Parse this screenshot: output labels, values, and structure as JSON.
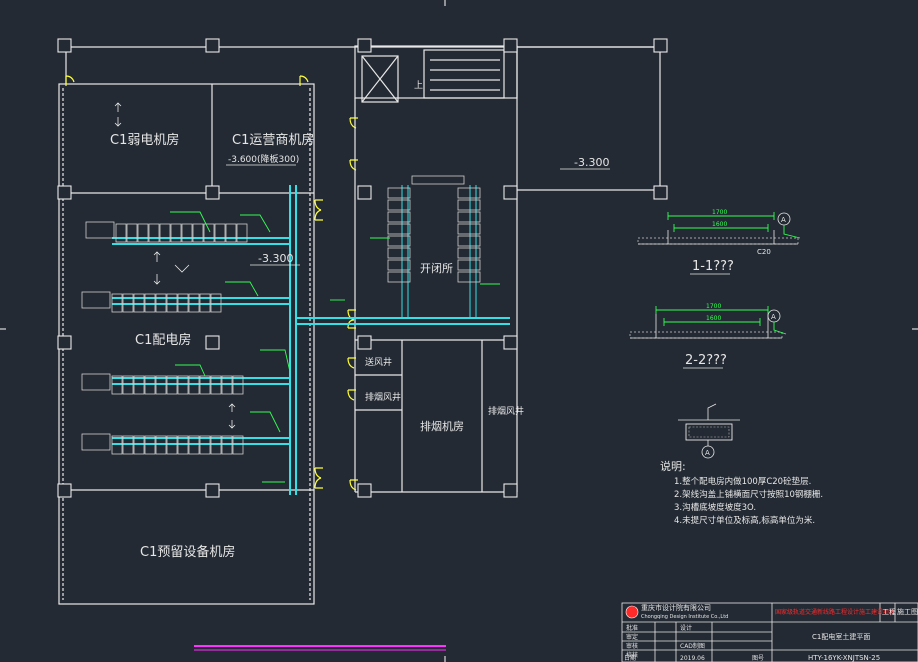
{
  "rooms": {
    "c1_weak": "C1弱电机房",
    "c1_operator": "C1运营商机房",
    "c1_operator_elev": "-3.600(降板300)",
    "c1_power": "C1配电房",
    "c1_reserved": "C1预留设备机房",
    "switch_room": "开闭所",
    "exhaust": "排烟机房",
    "small_room_1": "送风井",
    "small_room_2": "排烟风井",
    "shaft": "排烟风井"
  },
  "elevations": {
    "e1": "-3.300",
    "e2": "-3.300"
  },
  "section_1": {
    "title": "1-1???",
    "dim_total": "1700",
    "dim_inner": "1600",
    "slab_label": "C20",
    "axis": "A"
  },
  "section_2": {
    "title": "2-2???",
    "dim_total": "1700",
    "dim_inner": "1600",
    "axis": "A"
  },
  "detail": {
    "axis": "A"
  },
  "notes": {
    "heading": "说明:",
    "items": [
      "1.整个配电房内做100厚C20砼垫层.",
      "2.架线沟盖上铺横面尺寸按照10钢棚栅.",
      "3.沟槽底坡度坡度3O.",
      "4.未提尺寸单位及标高,标高单位为米."
    ]
  },
  "title_block": {
    "company": "重庆市设计院有限公司",
    "company_en": "Chongqing Design Institute Co.,Ltd",
    "project_red": "国家级轨道交通新线路工程设计施工建设项目",
    "project_label": "工程",
    "stage_label": "施工图",
    "rows": [
      {
        "k": "批准",
        "v": "",
        "k2": "设计",
        "v2": ""
      },
      {
        "k": "审定",
        "v": "",
        "k2": "",
        "v2": ""
      },
      {
        "k": "审核",
        "v": "",
        "k2": "CAD制图",
        "v2": ""
      },
      {
        "k": "校核",
        "v": "",
        "k2": "",
        "v2": ""
      }
    ],
    "drawing_title": "C1配电室土建平面",
    "date_label": "日期",
    "date": "2019.06",
    "scale_label": "图号",
    "drawing_no": "HTY-16YK-XNJTSN-25"
  },
  "panel_labels": {
    "stair_up": "上"
  },
  "colors": {
    "background": "#232a33",
    "walls": "#e8e8e8",
    "doors": "#ffff33",
    "cable_tray": "#33e0e6",
    "leaders": "#33ff55",
    "magenta_line": "#ff33ff",
    "title_red": "#ff2a2a"
  }
}
